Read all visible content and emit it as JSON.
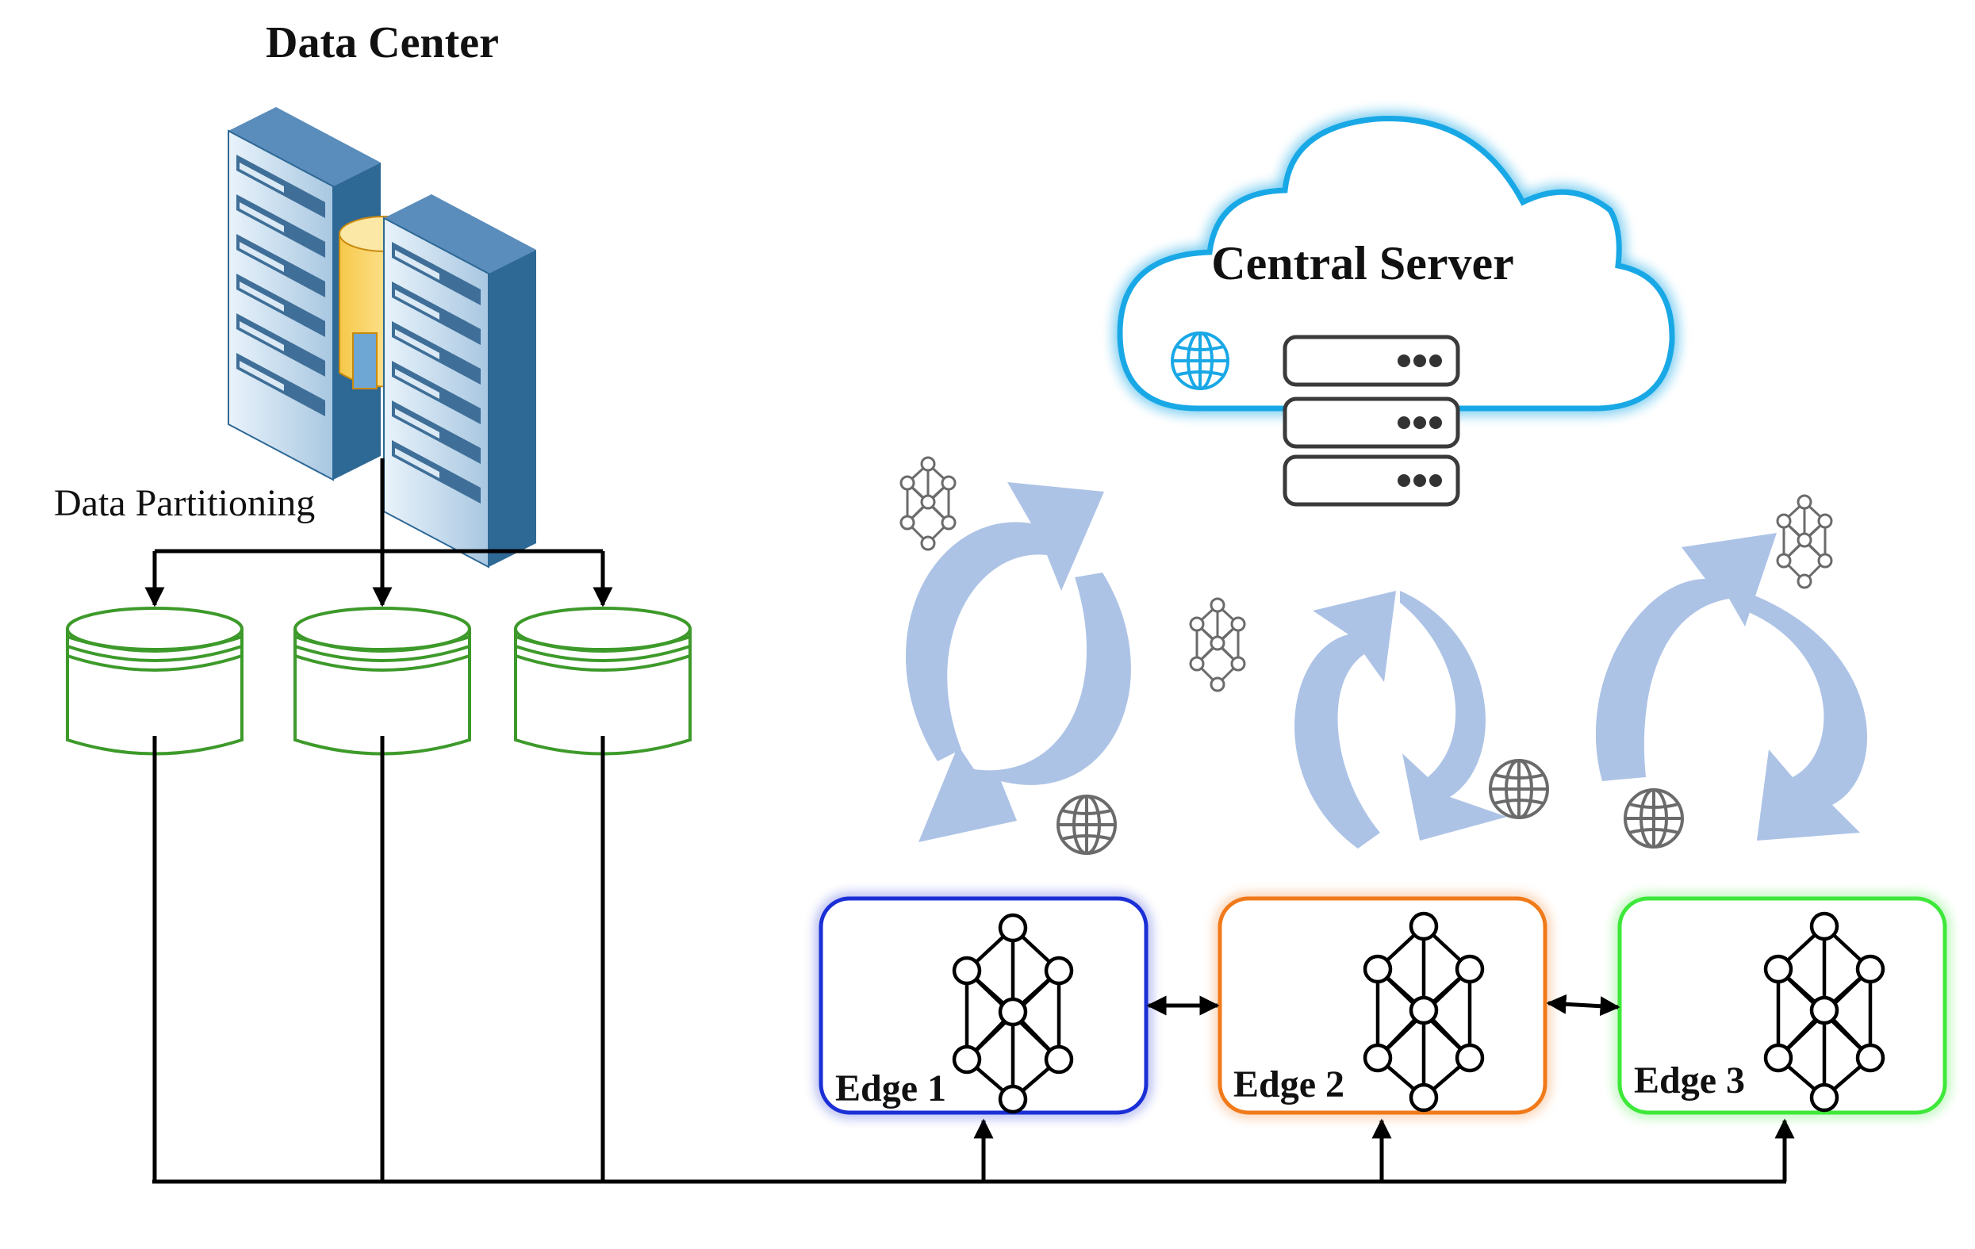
{
  "labels": {
    "data_center": "Data Center",
    "central_server": "Central Server",
    "data_partitioning": "Data Partitioning",
    "edge_1": "Edge 1",
    "edge_2": "Edge 2",
    "edge_3": "Edge 3"
  },
  "colors": {
    "edge_1": "#1a2fd6",
    "edge_2": "#f07a1a",
    "edge_3": "#3ee83a",
    "cloud": "#19a8e6",
    "partition": "#3d9a2a",
    "cycle_arrow": "#adc3e6",
    "icon_gray": "#6b6b6b"
  },
  "icons": [
    "server-building-icon",
    "cloud-icon",
    "globe-icon",
    "server-rack-icon",
    "neural-network-icon",
    "database-cylinder-icon",
    "sync-arrows-icon"
  ]
}
